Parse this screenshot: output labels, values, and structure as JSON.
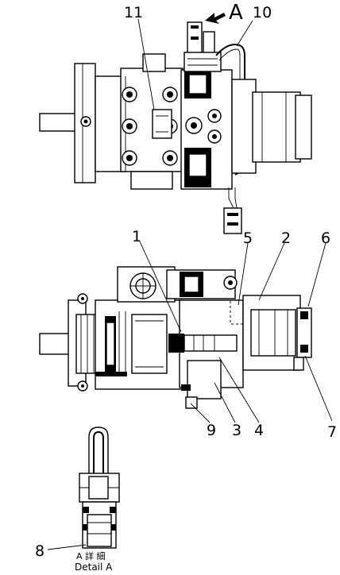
{
  "callouts": {
    "c1": "1",
    "c2": "2",
    "c3": "3",
    "c4": "4",
    "c5": "5",
    "c6": "6",
    "c7": "7",
    "c8": "8",
    "c9": "9",
    "c10": "10",
    "c11": "11"
  },
  "view_arrow_label": "A",
  "detail": {
    "jp_line": "A 詳 細",
    "caption": "Detail A"
  }
}
